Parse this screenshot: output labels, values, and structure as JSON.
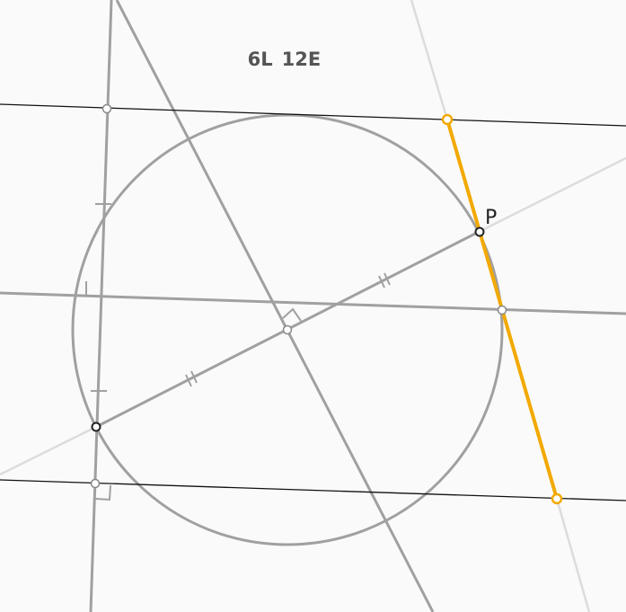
{
  "hud": {
    "lines_count": "6L",
    "elements_count": "12E"
  },
  "labels": {
    "point_p": "P"
  },
  "colors": {
    "background": "#fafafa",
    "construction_line": "#a0a0a0",
    "light_line": "#dcdcdc",
    "dark_line": "#111111",
    "highlight": "#f2a900",
    "point_fill": "#ffffff",
    "point_stroke_dark": "#222222",
    "point_stroke_gray": "#888888"
  }
}
